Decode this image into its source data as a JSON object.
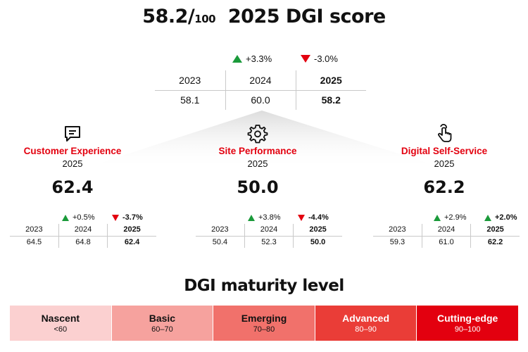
{
  "headline": {
    "score": "58.2/",
    "out_of": "100",
    "label": "2025 DGI score"
  },
  "overall": {
    "changes": [
      {
        "direction": "up",
        "text": "+3.3%",
        "bold": false
      },
      {
        "direction": "down",
        "text": "-3.0%",
        "bold": false
      }
    ],
    "years": [
      "2023",
      "2024",
      "2025"
    ],
    "values": [
      "58.1",
      "60.0",
      "58.2"
    ]
  },
  "sections": [
    {
      "icon": "chat-bubble-icon",
      "title": "Customer Experience",
      "year": "2025",
      "score": "62.4",
      "changes": [
        {
          "direction": "up",
          "text": "+0.5%",
          "bold": false
        },
        {
          "direction": "down",
          "text": "-3.7%",
          "bold": true
        }
      ],
      "years": [
        "2023",
        "2024",
        "2025"
      ],
      "values": [
        "64.5",
        "64.8",
        "62.4"
      ]
    },
    {
      "icon": "gear-icon",
      "title": "Site Performance",
      "year": "2025",
      "score": "50.0",
      "changes": [
        {
          "direction": "up",
          "text": "+3.8%",
          "bold": false
        },
        {
          "direction": "down",
          "text": "-4.4%",
          "bold": true
        }
      ],
      "years": [
        "2023",
        "2024",
        "2025"
      ],
      "values": [
        "50.4",
        "52.3",
        "50.0"
      ]
    },
    {
      "icon": "hand-pointer-icon",
      "title": "Digital Self-Service",
      "year": "2025",
      "score": "62.2",
      "changes": [
        {
          "direction": "up",
          "text": "+2.9%",
          "bold": false
        },
        {
          "direction": "up",
          "text": "+2.0%",
          "bold": true
        }
      ],
      "years": [
        "2023",
        "2024",
        "2025"
      ],
      "values": [
        "59.3",
        "61.0",
        "62.2"
      ]
    }
  ],
  "maturity": {
    "title": "DGI maturity level",
    "levels": [
      {
        "name": "Nascent",
        "range": "<60",
        "color": "#fbd0d0",
        "text_color": "#111111"
      },
      {
        "name": "Basic",
        "range": "60–70",
        "color": "#f6a29e",
        "text_color": "#111111"
      },
      {
        "name": "Emerging",
        "range": "70–80",
        "color": "#f1716b",
        "text_color": "#111111"
      },
      {
        "name": "Advanced",
        "range": "80–90",
        "color": "#ea3d37",
        "text_color": "#ffffff"
      },
      {
        "name": "Cutting-edge",
        "range": "90–100",
        "color": "#e3000f",
        "text_color": "#ffffff"
      }
    ]
  },
  "colors": {
    "accent": "#e3000f",
    "up": "#1a9a3a",
    "down": "#e3000f"
  }
}
